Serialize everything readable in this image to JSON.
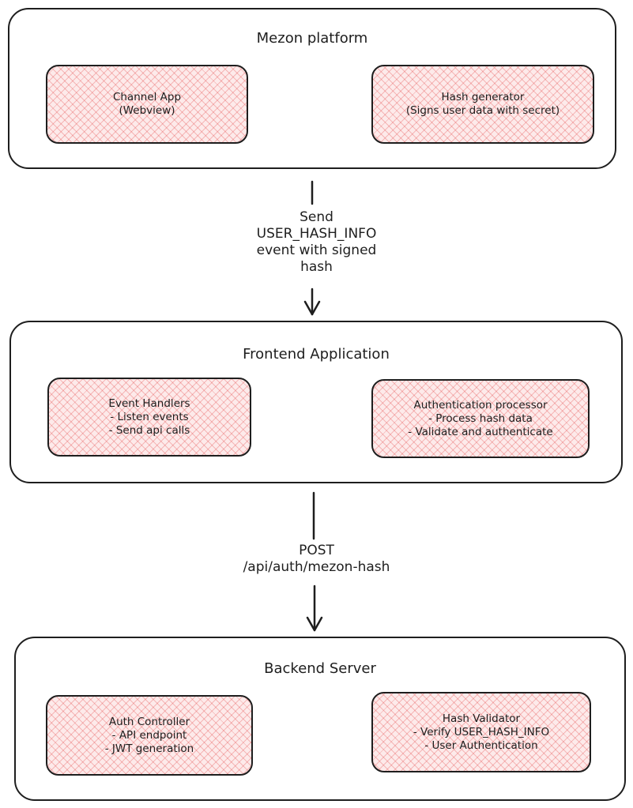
{
  "groups": {
    "mezon": {
      "title": "Mezon platform",
      "left": {
        "lines": [
          "Channel App",
          "(Webview)"
        ]
      },
      "right": {
        "lines": [
          "Hash generator",
          "(Signs user data with secret)"
        ]
      }
    },
    "frontend": {
      "title": "Frontend Application",
      "left": {
        "lines": [
          "Event Handlers",
          "- Listen events",
          "- Send api calls"
        ]
      },
      "right": {
        "lines": [
          "Authentication processor",
          "- Process hash data",
          "- Validate and authenticate"
        ]
      }
    },
    "backend": {
      "title": "Backend Server",
      "left": {
        "lines": [
          "Auth Controller",
          "- API endpoint",
          "- JWT generation"
        ]
      },
      "right": {
        "lines": [
          "Hash Validator",
          "- Verify USER_HASH_INFO",
          "- User Authentication"
        ]
      }
    }
  },
  "flows": {
    "mezon_to_frontend": [
      "Send",
      "USER_HASH_INFO",
      "event with signed",
      "hash"
    ],
    "frontend_to_backend": [
      "POST",
      "/api/auth/mezon-hash"
    ]
  },
  "colors": {
    "stroke": "#1e1e1e",
    "node_fill": "#fdeaea",
    "hatch": "#e03131"
  }
}
